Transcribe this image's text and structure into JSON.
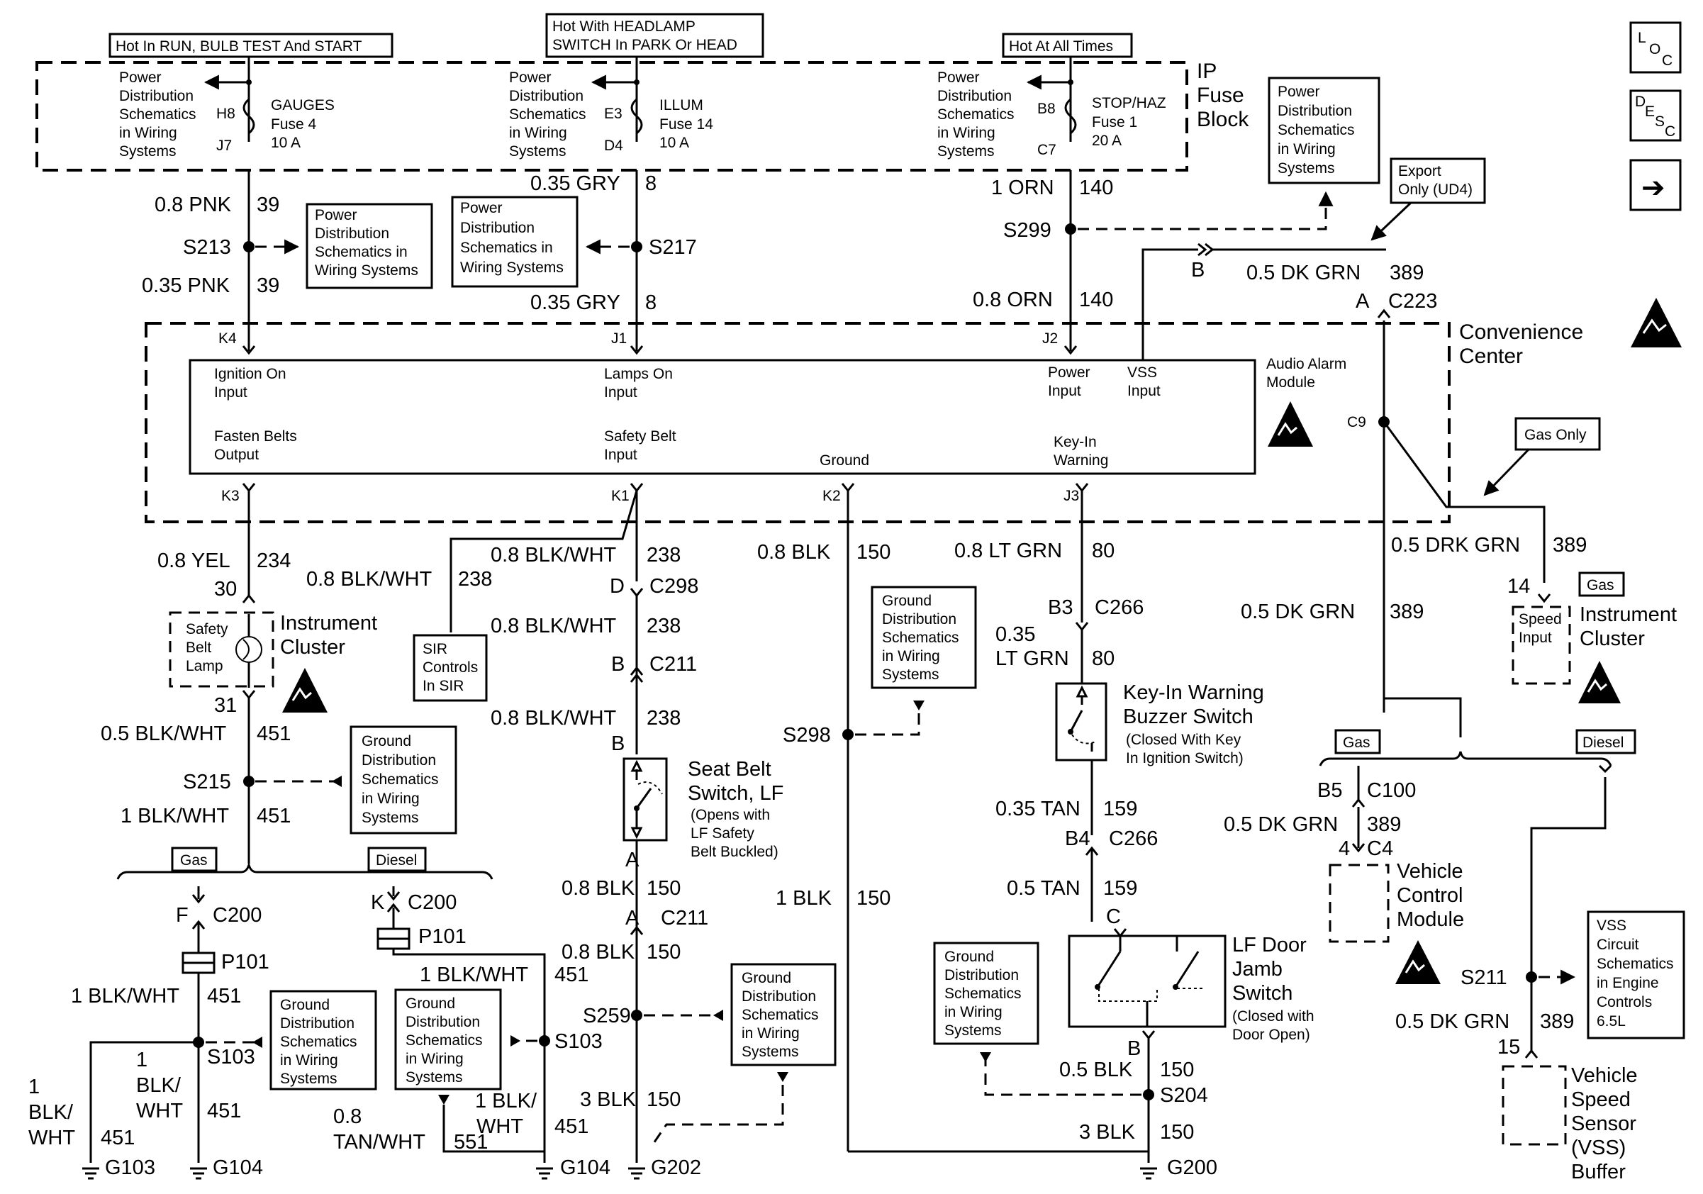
{
  "headers": {
    "run": "Hot In RUN, BULB TEST And START",
    "headlamp_1": "Hot With HEADLAMP",
    "headlamp_2": "SWITCH In PARK Or HEAD",
    "always": "Hot At All Times"
  },
  "fuse_block": {
    "l1": "IP",
    "l2": "Fuse",
    "l3": "Block"
  },
  "pds_vertical": [
    "Power",
    "Distribution",
    "Schematics",
    "in Wiring",
    "Systems"
  ],
  "pds_box": [
    "Power",
    "Distribution",
    "Schematics in",
    "Wiring Systems"
  ],
  "pds_top_box": [
    "Power",
    "Distribution",
    "Schematics",
    "in Wiring",
    "Systems"
  ],
  "gds_box": [
    "Ground",
    "Distribution",
    "Schematics",
    "in Wiring",
    "Systems"
  ],
  "fuses": {
    "gauges": {
      "in": "H8",
      "out": "J7",
      "l1": "GAUGES",
      "l2": "Fuse 4",
      "l3": "10 A"
    },
    "illum": {
      "in": "E3",
      "out": "D4",
      "l1": "ILLUM",
      "l2": "Fuse 14",
      "l3": "10 A"
    },
    "stop": {
      "in": "B8",
      "out": "C7",
      "l1": "STOP/HAZ",
      "l2": "Fuse 1",
      "l3": "20 A"
    }
  },
  "nav": {
    "loc_a": "L",
    "loc_b": "O",
    "loc_c": "C",
    "desc_a": "D",
    "desc_b": "E",
    "desc_c": "S",
    "desc_d": "C",
    "next": "➔"
  },
  "export_note": [
    "Export",
    "Only (UD4)"
  ],
  "gas_only": "Gas Only",
  "convenience": [
    "Convenience",
    "Center"
  ],
  "module": {
    "name": [
      "Audio Alarm",
      "Module"
    ],
    "ign": [
      "Ignition On",
      "Input"
    ],
    "lamps": [
      "Lamps On",
      "Input"
    ],
    "power": [
      "Power",
      "Input"
    ],
    "vss": [
      "VSS",
      "Input"
    ],
    "fasten": [
      "Fasten Belts",
      "Output"
    ],
    "safety": [
      "Safety Belt",
      "Input"
    ],
    "ground": "Ground",
    "keyin": [
      "Key-In",
      "Warning"
    ]
  },
  "pins": {
    "k4": "K4",
    "j1": "J1",
    "j2": "J2",
    "k3": "K3",
    "k1": "K1",
    "k2": "K2",
    "j3": "J3",
    "c9": "C9"
  },
  "wires": {
    "pnk08": "0.8 PNK",
    "c39": "39",
    "pnk035": "0.35 PNK",
    "c39b": "39",
    "gry035a": "0.35 GRY",
    "c8a": "8",
    "gry035b": "0.35 GRY",
    "c8b": "8",
    "orn1": "1 ORN",
    "c140a": "140",
    "orn08": "0.8 ORN",
    "c140b": "140",
    "dkgrn_a": "0.5 DK GRN",
    "c389a": "389",
    "yel": "0.8 YEL",
    "c234": "234",
    "blkwht_sir": "0.8 BLK/WHT",
    "c238a": "238",
    "blkwht_k1": "0.8 BLK/WHT",
    "c238b": "238",
    "blkwht_mid": "0.8 BLK/WHT",
    "c238c": "238",
    "blkwht_low": "0.8 BLK/WHT",
    "c238d": "238",
    "blk08": "0.8 BLK",
    "c150a": "150",
    "ltgrn08": "0.8 LT GRN",
    "c80a": "80",
    "ltgrn035_1": "0.35",
    "ltgrn035_2": "LT GRN",
    "c80b": "80",
    "drkgrn": "0.5 DRK GRN",
    "c389b": "389",
    "dkgrn_b": "0.5 DK GRN",
    "c389c": "389",
    "blkwht05": "0.5 BLK/WHT",
    "c451a": "451",
    "blkwht1": "1 BLK/WHT",
    "c451b": "451",
    "blk1": "1 BLK",
    "c150b": "150",
    "tan035": "0.35 TAN",
    "c159a": "159",
    "tan05": "0.5 TAN",
    "c159b": "159",
    "dkgrn_c": "0.5 DK GRN",
    "c389d": "389",
    "blk08b": "0.8 BLK",
    "c150c": "150",
    "blk08c": "0.8 BLK",
    "c150d": "150",
    "blkwht_f": "1 BLK/WHT",
    "c451c": "451",
    "blkwht_p101": "1 BLK/WHT",
    "c451d": "451",
    "blk3": "3 BLK",
    "c150e": "150",
    "blk05": "0.5 BLK",
    "c150f": "150",
    "blk3b": "3 BLK",
    "c150g": "150",
    "dkgrn_d": "0.5 DK GRN",
    "c389e": "389",
    "g103w_1": "1",
    "g103w_2": "BLK/",
    "g103w_3": "WHT",
    "c451e": "451",
    "g104w_1": "1",
    "g104w_2": "BLK/",
    "g104w_3": "WHT",
    "c451f": "451",
    "tanwht_1": "0.8",
    "tanwht_2": "TAN/WHT",
    "c551": "551",
    "g104bw_1": "1 BLK/",
    "g104bw_2": "WHT",
    "c451g": "451"
  },
  "splices": {
    "s213": "S213",
    "s217": "S217",
    "s299": "S299",
    "s215": "S215",
    "s298": "S298",
    "s259": "S259",
    "s103a": "S103",
    "s103b": "S103",
    "s204": "S204",
    "s211": "S211"
  },
  "connectors": {
    "c223b": "B",
    "c223a": "A",
    "c223": "C223",
    "c298d": "D",
    "c298": "C298",
    "c211b": "B",
    "c211": "C211",
    "c211b2": "B",
    "c211a_top": "A",
    "c211a": "A",
    "c211bot": "C211",
    "c266b3": "B3",
    "c266": "C266",
    "c266b4": "B4",
    "c266b": "C266",
    "c266c": "C",
    "c200f": "F",
    "c200": "C200",
    "c200k": "K",
    "c200b": "C200",
    "p101a": "P101",
    "p101b": "P101",
    "c100b5": "B5",
    "c100": "C100",
    "c4n": "4",
    "c4": "C4",
    "pin30": "30",
    "pin31": "31",
    "pin14": "14",
    "pin15": "15",
    "jambb": "B"
  },
  "components": {
    "ic_left": [
      "Instrument",
      "Cluster"
    ],
    "sbl": [
      "Safety",
      "Belt",
      "Lamp"
    ],
    "sir": [
      "SIR",
      "Controls",
      "In SIR"
    ],
    "seatbelt": [
      "Seat Belt",
      "Switch, LF"
    ],
    "seatbelt_note": [
      "(Opens with",
      "LF Safety",
      "Belt Buckled)"
    ],
    "keyin": [
      "Key-In Warning",
      "Buzzer Switch"
    ],
    "keyin_note": [
      "(Closed With Key",
      "In Ignition Switch)"
    ],
    "jamb": [
      "LF Door",
      "Jamb",
      "Switch"
    ],
    "jamb_note": [
      "(Closed with",
      "Door Open)"
    ],
    "ic_right": [
      "Instrument",
      "Cluster"
    ],
    "speed": [
      "Speed",
      "Input"
    ],
    "vcm": [
      "Vehicle",
      "Control",
      "Module"
    ],
    "vss_sched": [
      "VSS",
      "Circuit",
      "Schematics",
      "in Engine",
      "Controls",
      "6.5L"
    ],
    "vsb": [
      "Vehicle",
      "Speed",
      "Sensor",
      "(VSS)",
      "Buffer"
    ]
  },
  "tags": {
    "gas1": "Gas",
    "diesel1": "Diesel",
    "gas2": "Gas",
    "diesel2": "Diesel",
    "gas3": "Gas"
  },
  "grounds": {
    "g103": "G103",
    "g104a": "G104",
    "g104b": "G104",
    "g202": "G202",
    "g200": "G200"
  }
}
